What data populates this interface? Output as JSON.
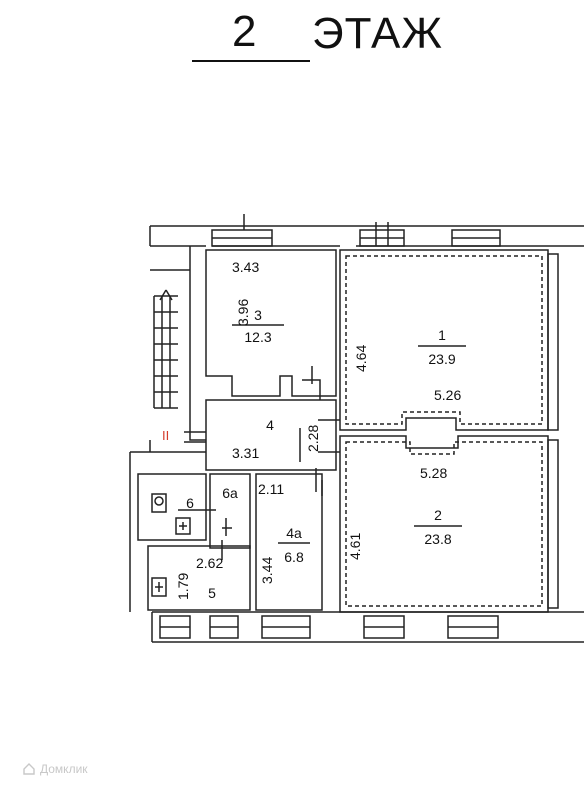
{
  "header": {
    "floor_number": "2",
    "floor_word": "ЭТАЖ"
  },
  "rooms": [
    {
      "id": "3",
      "number": "3",
      "area": "12.3",
      "dim_top": "3.43",
      "dim_side": "3.96"
    },
    {
      "id": "1",
      "number": "1",
      "area": "23.9",
      "dim_side": "4.64",
      "dim_bottom": "5.26"
    },
    {
      "id": "4",
      "number": "4",
      "dim_bottom": "3.31",
      "dim_side": "2.28"
    },
    {
      "id": "6a",
      "number": "6а"
    },
    {
      "id": "6",
      "number": "6"
    },
    {
      "id": "4a",
      "number": "4а",
      "area": "6.8",
      "dim_top": "2.11",
      "dim_side": "3.44"
    },
    {
      "id": "2",
      "number": "2",
      "area": "23.8",
      "dim_top": "5.28",
      "dim_side": "4.61"
    },
    {
      "id": "5",
      "number": "5",
      "dim_top": "2.62",
      "dim_side": "1.79"
    }
  ],
  "stair_marker": "II",
  "watermark": "Домклик"
}
